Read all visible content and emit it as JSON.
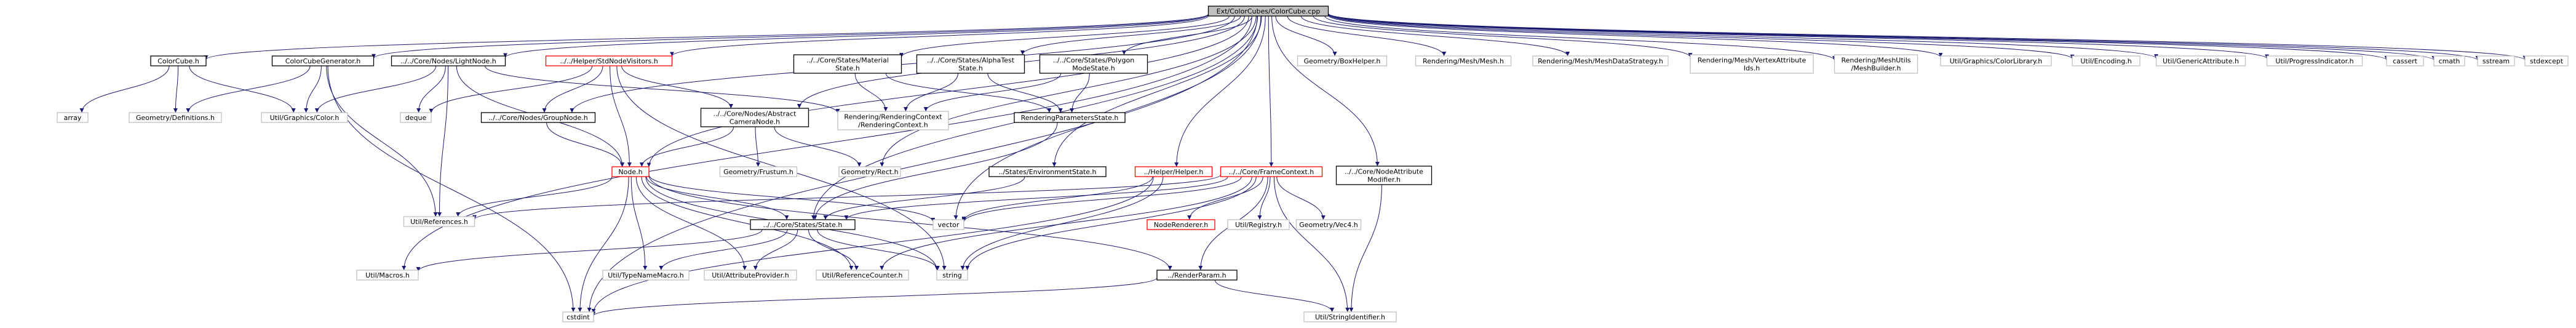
{
  "diagram": {
    "colors": {
      "edge": "#191970",
      "root_fill": "#bfbfbf",
      "documented_border": "#000000",
      "undocumented_border": "#bfbfbf",
      "incomplete_border": "#ff0000"
    },
    "nodes": [
      {
        "id": "root",
        "lines": [
          "Ext/ColorCubes/ColorCube.cpp"
        ],
        "style": "root"
      },
      {
        "id": "colorcube_h",
        "lines": [
          "ColorCube.h"
        ],
        "style": "documented"
      },
      {
        "id": "colorcubegen_h",
        "lines": [
          "ColorCubeGenerator.h"
        ],
        "style": "documented"
      },
      {
        "id": "lightnode_h",
        "lines": [
          "../../Core/Nodes/LightNode.h"
        ],
        "style": "documented"
      },
      {
        "id": "stdnodevisitors_h",
        "lines": [
          "../../Helper/StdNodeVisitors.h"
        ],
        "style": "incomplete"
      },
      {
        "id": "materialstate_h",
        "lines": [
          "../../Core/States/Material",
          "State.h"
        ],
        "style": "documented"
      },
      {
        "id": "alphatest_h",
        "lines": [
          "../../Core/States/AlphaTest",
          "State.h"
        ],
        "style": "documented"
      },
      {
        "id": "polygonmode_h",
        "lines": [
          "../../Core/States/Polygon",
          "ModeState.h"
        ],
        "style": "documented"
      },
      {
        "id": "boxhelper_h",
        "lines": [
          "Geometry/BoxHelper.h"
        ],
        "style": "undocumented"
      },
      {
        "id": "mesh_h",
        "lines": [
          "Rendering/Mesh/Mesh.h"
        ],
        "style": "undocumented"
      },
      {
        "id": "meshdatastrategy_h",
        "lines": [
          "Rendering/Mesh/MeshDataStrategy.h"
        ],
        "style": "undocumented"
      },
      {
        "id": "vertexattrids_h",
        "lines": [
          "Rendering/Mesh/VertexAttribute",
          "Ids.h"
        ],
        "style": "undocumented"
      },
      {
        "id": "meshbuilder_h",
        "lines": [
          "Rendering/MeshUtils",
          "/MeshBuilder.h"
        ],
        "style": "undocumented"
      },
      {
        "id": "colorlibrary_h",
        "lines": [
          "Util/Graphics/ColorLibrary.h"
        ],
        "style": "undocumented"
      },
      {
        "id": "encoding_h",
        "lines": [
          "Util/Encoding.h"
        ],
        "style": "undocumented"
      },
      {
        "id": "genericattr_h",
        "lines": [
          "Util/GenericAttribute.h"
        ],
        "style": "undocumented"
      },
      {
        "id": "progressind_h",
        "lines": [
          "Util/ProgressIndicator.h"
        ],
        "style": "undocumented"
      },
      {
        "id": "cassert",
        "lines": [
          "cassert"
        ],
        "style": "undocumented"
      },
      {
        "id": "cmath",
        "lines": [
          "cmath"
        ],
        "style": "undocumented"
      },
      {
        "id": "sstream",
        "lines": [
          "sstream"
        ],
        "style": "undocumented"
      },
      {
        "id": "stdexcept",
        "lines": [
          "stdexcept"
        ],
        "style": "undocumented"
      },
      {
        "id": "array",
        "lines": [
          "array"
        ],
        "style": "undocumented"
      },
      {
        "id": "geomdefs_h",
        "lines": [
          "Geometry/Definitions.h"
        ],
        "style": "undocumented"
      },
      {
        "id": "utilcolor_h",
        "lines": [
          "Util/Graphics/Color.h"
        ],
        "style": "undocumented"
      },
      {
        "id": "deque",
        "lines": [
          "deque"
        ],
        "style": "undocumented"
      },
      {
        "id": "groupnode_h",
        "lines": [
          "../../Core/Nodes/GroupNode.h"
        ],
        "style": "documented"
      },
      {
        "id": "abstractcamera_h",
        "lines": [
          "../../Core/Nodes/Abstract",
          "CameraNode.h"
        ],
        "style": "documented"
      },
      {
        "id": "renderingcontext_h",
        "lines": [
          "Rendering/RenderingContext",
          "/RenderingContext.h"
        ],
        "style": "undocumented"
      },
      {
        "id": "renderingparamstate_h",
        "lines": [
          "RenderingParametersState.h"
        ],
        "style": "documented"
      },
      {
        "id": "nodeattrmod_h",
        "lines": [
          "../../Core/NodeAttribute",
          "Modifier.h"
        ],
        "style": "documented"
      },
      {
        "id": "node_h",
        "lines": [
          "Node.h"
        ],
        "style": "incomplete"
      },
      {
        "id": "frustum_h",
        "lines": [
          "Geometry/Frustum.h"
        ],
        "style": "undocumented"
      },
      {
        "id": "rect_h",
        "lines": [
          "Geometry/Rect.h"
        ],
        "style": "undocumented"
      },
      {
        "id": "envstate_h",
        "lines": [
          "../States/EnvironmentState.h"
        ],
        "style": "documented"
      },
      {
        "id": "helperhelper_h",
        "lines": [
          "../Helper/Helper.h"
        ],
        "style": "incomplete"
      },
      {
        "id": "framecontext_h",
        "lines": [
          "../../Core/FrameContext.h"
        ],
        "style": "incomplete"
      },
      {
        "id": "utilrefs_h",
        "lines": [
          "Util/References.h"
        ],
        "style": "undocumented"
      },
      {
        "id": "vector",
        "lines": [
          "vector"
        ],
        "style": "undocumented"
      },
      {
        "id": "corestate_h",
        "lines": [
          "../../Core/States/State.h"
        ],
        "style": "documented"
      },
      {
        "id": "noderenderer_h",
        "lines": [
          "NodeRenderer.h"
        ],
        "style": "incomplete"
      },
      {
        "id": "registry_h",
        "lines": [
          "Util/Registry.h"
        ],
        "style": "undocumented"
      },
      {
        "id": "vec4_h",
        "lines": [
          "Geometry/Vec4.h"
        ],
        "style": "undocumented"
      },
      {
        "id": "macros_h",
        "lines": [
          "Util/Macros.h"
        ],
        "style": "undocumented"
      },
      {
        "id": "typenamemacro_h",
        "lines": [
          "Util/TypeNameMacro.h"
        ],
        "style": "undocumented"
      },
      {
        "id": "attrprovider_h",
        "lines": [
          "Util/AttributeProvider.h"
        ],
        "style": "undocumented"
      },
      {
        "id": "refcounter_h",
        "lines": [
          "Util/ReferenceCounter.h"
        ],
        "style": "undocumented"
      },
      {
        "id": "string",
        "lines": [
          "string"
        ],
        "style": "undocumented"
      },
      {
        "id": "renderparam_h",
        "lines": [
          "../RenderParam.h"
        ],
        "style": "documented"
      },
      {
        "id": "stringid_h",
        "lines": [
          "Util/StringIdentifier.h"
        ],
        "style": "undocumented"
      },
      {
        "id": "cstdint",
        "lines": [
          "cstdint"
        ],
        "style": "undocumented"
      }
    ],
    "edges": [
      [
        "root",
        "colorcube_h"
      ],
      [
        "root",
        "colorcubegen_h"
      ],
      [
        "root",
        "lightnode_h"
      ],
      [
        "root",
        "stdnodevisitors_h"
      ],
      [
        "root",
        "materialstate_h"
      ],
      [
        "root",
        "alphatest_h"
      ],
      [
        "root",
        "polygonmode_h"
      ],
      [
        "root",
        "boxhelper_h"
      ],
      [
        "root",
        "mesh_h"
      ],
      [
        "root",
        "meshdatastrategy_h"
      ],
      [
        "root",
        "vertexattrids_h"
      ],
      [
        "root",
        "meshbuilder_h"
      ],
      [
        "root",
        "colorlibrary_h"
      ],
      [
        "root",
        "encoding_h"
      ],
      [
        "root",
        "genericattr_h"
      ],
      [
        "root",
        "progressind_h"
      ],
      [
        "root",
        "cassert"
      ],
      [
        "root",
        "cmath"
      ],
      [
        "root",
        "sstream"
      ],
      [
        "root",
        "stdexcept"
      ],
      [
        "root",
        "groupnode_h"
      ],
      [
        "root",
        "abstractcamera_h"
      ],
      [
        "root",
        "envstate_h"
      ],
      [
        "root",
        "helperhelper_h"
      ],
      [
        "root",
        "framecontext_h"
      ],
      [
        "root",
        "nodeattrmod_h"
      ],
      [
        "root",
        "node_h"
      ],
      [
        "root",
        "corestate_h"
      ],
      [
        "root",
        "rect_h"
      ],
      [
        "root",
        "macros_h"
      ],
      [
        "root",
        "cstdint"
      ],
      [
        "root",
        "vector"
      ],
      [
        "colorcube_h",
        "array"
      ],
      [
        "colorcube_h",
        "geomdefs_h"
      ],
      [
        "colorcube_h",
        "utilcolor_h"
      ],
      [
        "colorcubegen_h",
        "geomdefs_h"
      ],
      [
        "colorcubegen_h",
        "utilcolor_h"
      ],
      [
        "colorcubegen_h",
        "utilrefs_h"
      ],
      [
        "colorcubegen_h",
        "cstdint"
      ],
      [
        "lightnode_h",
        "utilcolor_h"
      ],
      [
        "lightnode_h",
        "deque"
      ],
      [
        "lightnode_h",
        "node_h"
      ],
      [
        "lightnode_h",
        "utilrefs_h"
      ],
      [
        "lightnode_h",
        "renderingcontext_h"
      ],
      [
        "stdnodevisitors_h",
        "deque"
      ],
      [
        "stdnodevisitors_h",
        "groupnode_h"
      ],
      [
        "stdnodevisitors_h",
        "node_h"
      ],
      [
        "stdnodevisitors_h",
        "abstractcamera_h"
      ],
      [
        "stdnodevisitors_h",
        "string"
      ],
      [
        "materialstate_h",
        "renderingcontext_h"
      ],
      [
        "materialstate_h",
        "renderingparamstate_h"
      ],
      [
        "alphatest_h",
        "renderingcontext_h"
      ],
      [
        "alphatest_h",
        "renderingparamstate_h"
      ],
      [
        "polygonmode_h",
        "renderingcontext_h"
      ],
      [
        "polygonmode_h",
        "renderingparamstate_h"
      ],
      [
        "renderingparamstate_h",
        "corestate_h"
      ],
      [
        "groupnode_h",
        "node_h"
      ],
      [
        "abstractcamera_h",
        "node_h"
      ],
      [
        "abstractcamera_h",
        "frustum_h"
      ],
      [
        "abstractcamera_h",
        "rect_h"
      ],
      [
        "node_h",
        "utilrefs_h"
      ],
      [
        "node_h",
        "vector"
      ],
      [
        "node_h",
        "corestate_h"
      ],
      [
        "node_h",
        "typenamemacro_h"
      ],
      [
        "node_h",
        "attrprovider_h"
      ],
      [
        "node_h",
        "refcounter_h"
      ],
      [
        "node_h",
        "string"
      ],
      [
        "node_h",
        "renderparam_h"
      ],
      [
        "node_h",
        "cstdint"
      ],
      [
        "envstate_h",
        "corestate_h"
      ],
      [
        "helperhelper_h",
        "vector"
      ],
      [
        "helperhelper_h",
        "string"
      ],
      [
        "helperhelper_h",
        "cstdint"
      ],
      [
        "framecontext_h",
        "utilrefs_h"
      ],
      [
        "framecontext_h",
        "vector"
      ],
      [
        "framecontext_h",
        "noderenderer_h"
      ],
      [
        "framecontext_h",
        "registry_h"
      ],
      [
        "framecontext_h",
        "vec4_h"
      ],
      [
        "framecontext_h",
        "refcounter_h"
      ],
      [
        "framecontext_h",
        "string"
      ],
      [
        "framecontext_h",
        "renderparam_h"
      ],
      [
        "framecontext_h",
        "stringid_h"
      ],
      [
        "framecontext_h",
        "corestate_h"
      ],
      [
        "nodeattrmod_h",
        "stringid_h"
      ],
      [
        "corestate_h",
        "macros_h"
      ],
      [
        "corestate_h",
        "typenamemacro_h"
      ],
      [
        "corestate_h",
        "attrprovider_h"
      ],
      [
        "corestate_h",
        "refcounter_h"
      ],
      [
        "corestate_h",
        "string"
      ],
      [
        "renderparam_h",
        "cstdint"
      ],
      [
        "renderparam_h",
        "stringid_h"
      ]
    ]
  }
}
